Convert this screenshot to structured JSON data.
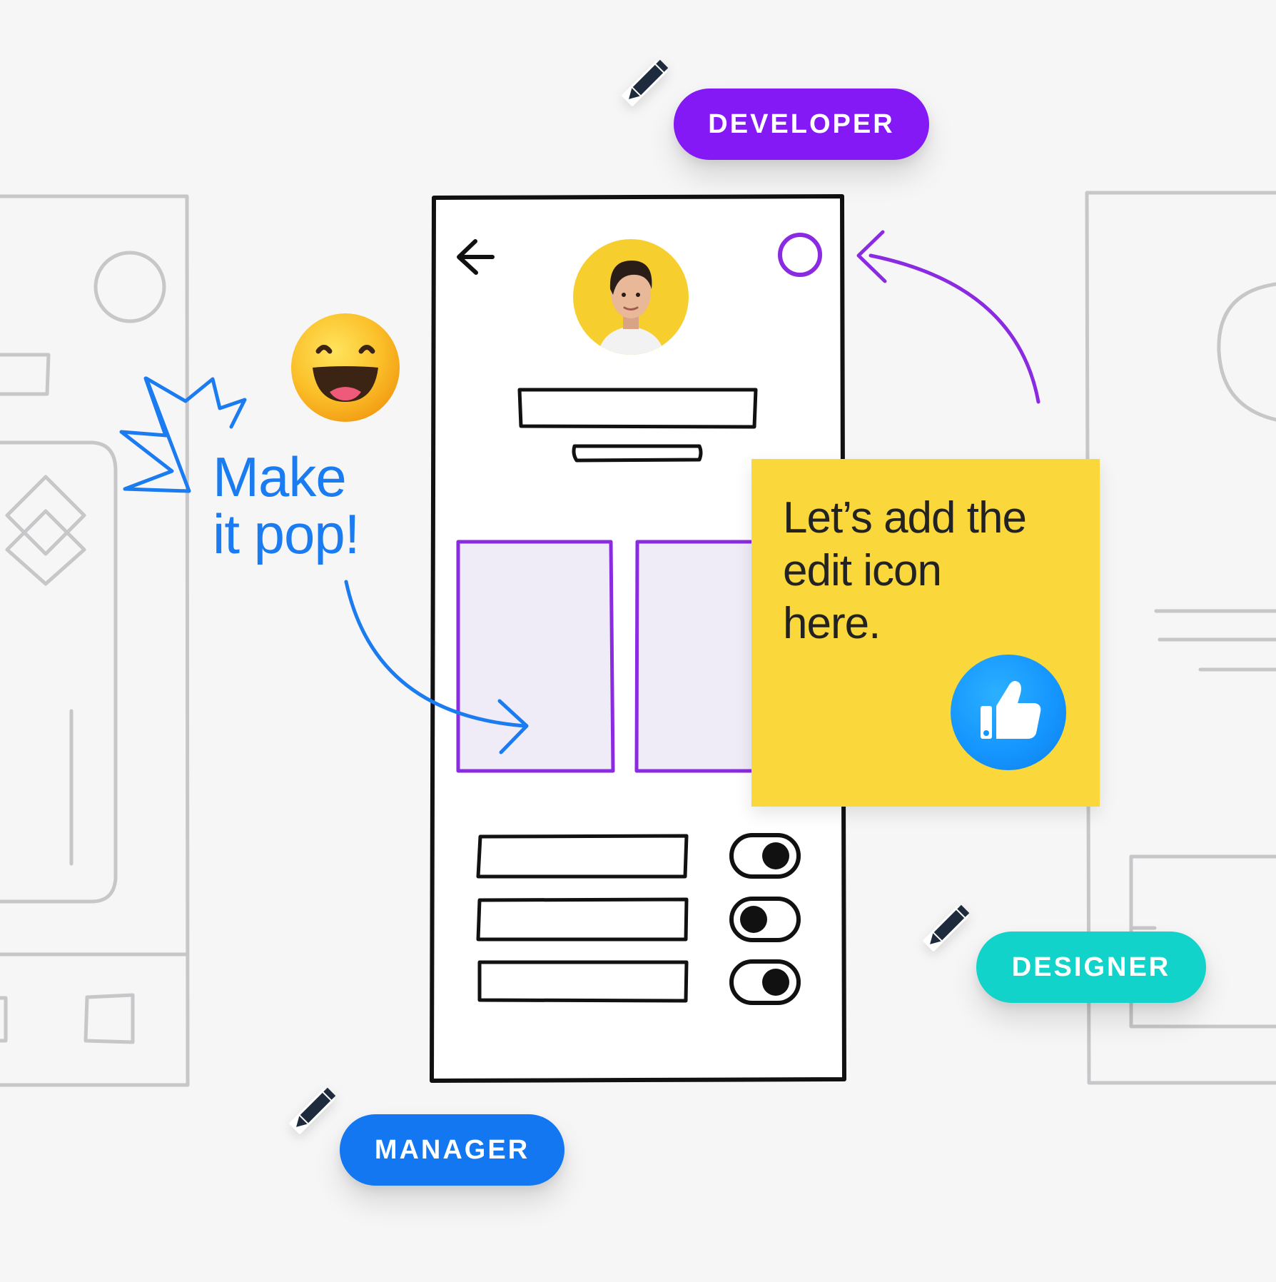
{
  "roles": {
    "developer": "DEVELOPER",
    "designer": "DESIGNER",
    "manager": "MANAGER"
  },
  "annotations": {
    "pop_line_1": "Make",
    "pop_line_2": "it pop!",
    "sticky_line_1": "Let’s add the",
    "sticky_line_2": "edit icon",
    "sticky_line_3": "here."
  },
  "icons": {
    "back": "arrow-left-icon",
    "edit": "pencil-icon",
    "like": "thumbs-up-icon",
    "emoji": "grinning-face-icon"
  },
  "toggles": [
    {
      "state": "on"
    },
    {
      "state": "off"
    },
    {
      "state": "on"
    }
  ],
  "colors": {
    "developer": "#8419f5",
    "designer": "#11d3c9",
    "manager": "#1277f0",
    "sticky": "#fad83c",
    "ink": "#111111",
    "accent_purple": "#8a2be2",
    "accent_blue": "#1a7cf0"
  }
}
